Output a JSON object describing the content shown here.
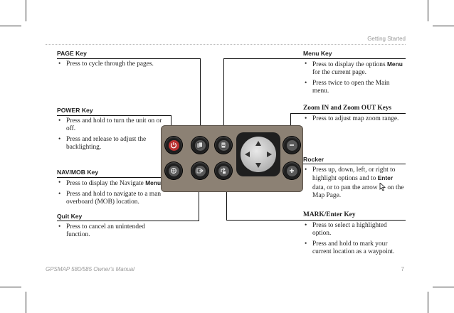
{
  "header": {
    "section": "Getting Started"
  },
  "footer": {
    "manual_title": "GPSMAP 580/585 Owner's Manual",
    "page_number": "7"
  },
  "keys": {
    "page": {
      "title": "PAGE Key",
      "bullets": [
        "Press to cycle through the pages."
      ]
    },
    "power": {
      "title": "POWER Key",
      "bullets": [
        "Press and hold to turn the unit on or off.",
        "Press and release to adjust the backlighting."
      ]
    },
    "navmob": {
      "title": "NAV/MOB Key",
      "b1_pre": "Press to display the Navigate",
      "b1_kw": "Menu",
      "b1_post": ".",
      "b2": "Press and hold to navigate to a man overboard (MOB) location."
    },
    "quit": {
      "title": "Quit Key",
      "bullets": [
        "Press to cancel an unintended function."
      ]
    },
    "menu": {
      "title": "Menu Key",
      "b1_pre": "Press to display the options",
      "b1_kw": "Menu",
      "b1_post": "for the current page.",
      "b2": "Press twice to open the Main menu."
    },
    "zoom": {
      "title": "Zoom IN and Zoom OUT Keys",
      "bullets": [
        "Press to adjust map zoom range."
      ]
    },
    "rocker": {
      "title": "Rocker",
      "b1_pre": "Press up, down, left, or right to highlight options and to",
      "b1_kw": "Enter",
      "b1_post": "data, or to pan the arrow",
      "b1_end": "on the Map Page."
    },
    "mark": {
      "title": "MARK/Enter Key",
      "bullets": [
        "Press to select a highlighted option.",
        "Press and hold to mark your current location as a waypoint."
      ]
    }
  },
  "icons": {
    "power": "power-icon",
    "page": "page-icon",
    "menu": "menu-icon",
    "navmob": "nav-mob-icon",
    "quit": "quit-icon",
    "mark": "mark-icon",
    "zoom_out": "minus-icon",
    "zoom_in": "plus-icon",
    "pointer": "arrow-pointer-icon"
  }
}
